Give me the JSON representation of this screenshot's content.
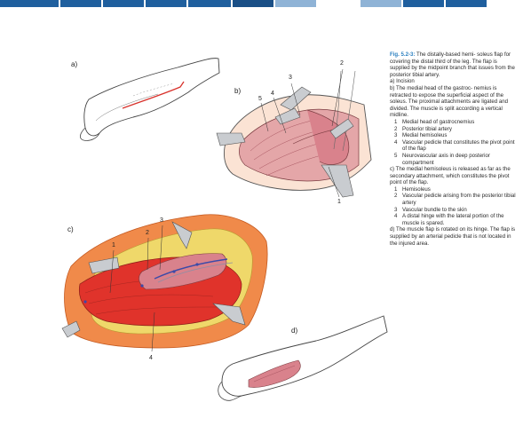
{
  "colors": {
    "bar_dark": "#1f5f9e",
    "bar_light": "#8fb3d6",
    "caption_title": "#2a7fc0",
    "muscle": "#d9828c",
    "muscle_red": "#e0332b",
    "fat": "#efd86a",
    "skin": "#f08a4a"
  },
  "panel_labels": {
    "a": "a)",
    "b": "b)",
    "c": "c)",
    "d": "d)"
  },
  "b_numbers": {
    "n1": "1",
    "n2": "2",
    "n3": "3",
    "n4": "4",
    "n5": "5"
  },
  "c_numbers": {
    "n1": "1",
    "n2": "2",
    "n3": "3",
    "n4": "4"
  },
  "caption": {
    "title": "Fig. 5.2-3:",
    "intro": "The distally-based hemi- soleus flap for covering the distal third of the leg. The flap is supplied by the midpoint branch that issues from the posterior tibial artery.",
    "a": "a) Incision",
    "b": "b) The medial head of the gastroc- nemius is retracted to expose the superficial aspect of the soleus. The proximal attachments are ligated and divided. The muscle is split according a vertical midline.",
    "b_items": [
      {
        "n": "1",
        "t": "Medial head of gastrocnemius"
      },
      {
        "n": "2",
        "t": "Posterior tibial artery"
      },
      {
        "n": "3",
        "t": "Medial hemisoleus"
      },
      {
        "n": "4",
        "t": "Vascular pedicle that constitutes the pivot point of the flap"
      },
      {
        "n": "5",
        "t": "Neurovascular axis in deep posterior compartment"
      }
    ],
    "c": "c) The medial hemisoleus is released as far as the secondary attachment, which constitutes the pivot point of the flap.",
    "c_items": [
      {
        "n": "1",
        "t": "Hemisoleus"
      },
      {
        "n": "2",
        "t": "Vascular pedicle arising  from the posterior tibial artery"
      },
      {
        "n": "3",
        "t": "Vascular bundle to the skin"
      },
      {
        "n": "4",
        "t": "A distal hinge with the lateral portion of the muscle is spared."
      }
    ],
    "d": "d) The muscle flap is rotated on its hinge. The flap is supplied by an arterial pedicle that is not located in the injured area."
  }
}
